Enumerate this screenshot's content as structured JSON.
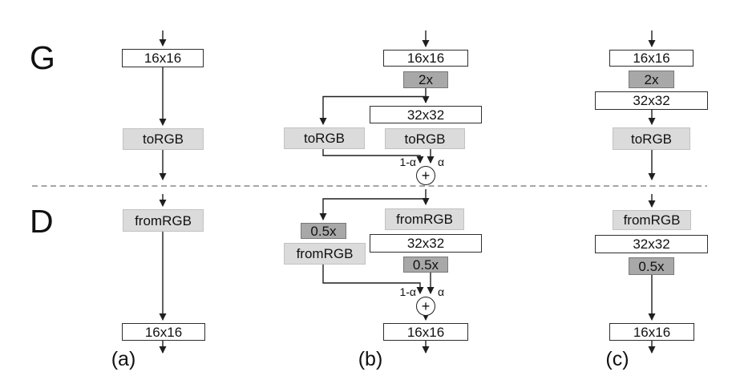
{
  "figure": {
    "sections": {
      "generator": "G",
      "discriminator": "D"
    },
    "columns": {
      "a": "(a)",
      "b": "(b)",
      "c": "(c)"
    },
    "blocks": {
      "res16": "16x16",
      "res32": "32x32",
      "upsample": "2x",
      "downsample": "0.5x",
      "to_rgb": "toRGB",
      "from_rgb": "fromRGB"
    },
    "blend": {
      "one_minus_alpha": "1-α",
      "alpha": "α",
      "sum": "+"
    },
    "colors": {
      "background": "#ffffff",
      "box-white": "#ffffff",
      "box-white-border": "#2e2e2e",
      "box-light": "#dbdbdb",
      "box-light-border": "#c2c2c2",
      "box-dark": "#a8a8a8",
      "box-dark-border": "#787878",
      "line": "#1f1f1f",
      "separator": "#a6a6a6",
      "text": "#111111"
    }
  }
}
